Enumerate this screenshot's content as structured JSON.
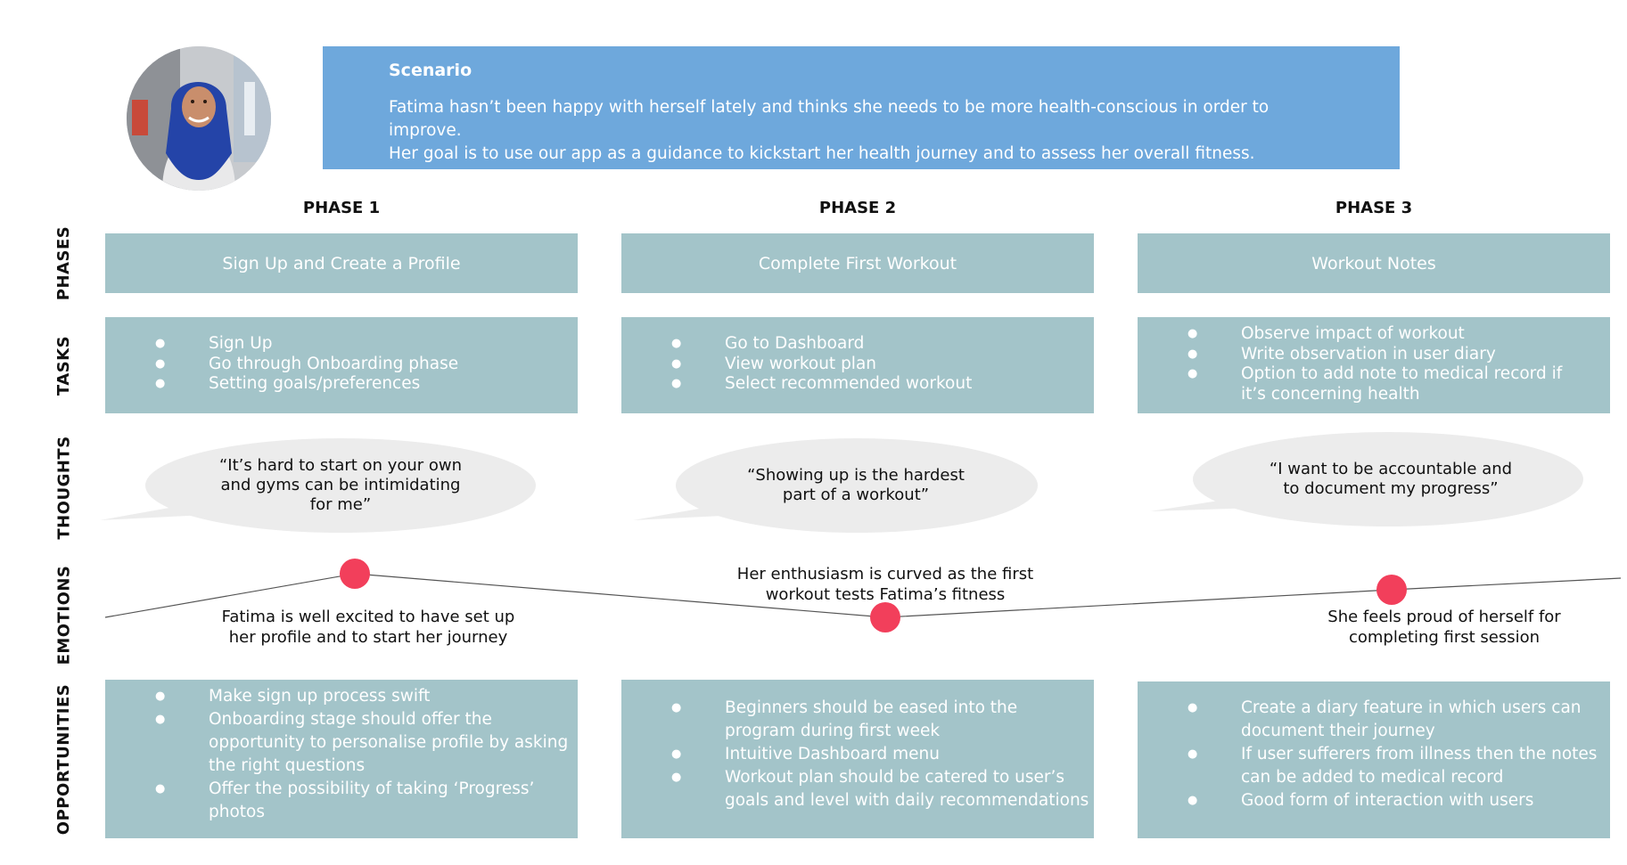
{
  "scenario": {
    "title": "Scenario",
    "lines": [
      "Fatima hasn’t been happy with herself lately and thinks she needs to be more health-conscious in order to improve.",
      "Her goal is to use our app as a guidance to kickstart her health journey and to assess her overall fitness."
    ]
  },
  "avatar": {
    "icon": "persona-photo",
    "hijab_color": "#2444a8",
    "background_color": "#c9ccd1"
  },
  "row_labels": [
    "PHASES",
    "TASKS",
    "THOUGHTS",
    "EMOTIONS",
    "OPPORTUNITIES"
  ],
  "phases": [
    {
      "heading": "PHASE 1",
      "name": "Sign Up and Create a Profile",
      "tasks": [
        "Sign Up",
        "Go through Onboarding phase",
        "Setting goals/preferences"
      ],
      "thought_lines": [
        "“It’s hard to start on your own",
        "and gyms can be intimidating",
        "for me”"
      ],
      "emotion_lines": [
        "Fatima is well excited to have set up",
        "her profile and to start her journey"
      ],
      "opportunities": [
        [
          "Make sign up process swift"
        ],
        [
          "Onboarding stage should offer the",
          "opportunity to personalise profile by asking",
          "the right questions"
        ],
        [
          "Offer the possibility of taking ‘Progress’",
          "photos"
        ]
      ]
    },
    {
      "heading": "PHASE 2",
      "name": "Complete First Workout",
      "tasks": [
        "Go to Dashboard",
        "View workout plan",
        "Select recommended workout"
      ],
      "thought_lines": [
        "“Showing up is the hardest",
        "part of a workout”"
      ],
      "emotion_lines": [
        "Her enthusiasm is curved as the first",
        "workout tests Fatima’s fitness"
      ],
      "opportunities": [
        [
          "Beginners should be eased into the",
          "program during first week"
        ],
        [
          "Intuitive Dashboard menu"
        ],
        [
          "Workout plan should be catered to user’s",
          "goals and level with daily recommendations"
        ]
      ]
    },
    {
      "heading": "PHASE 3",
      "name": "Workout Notes",
      "tasks": [
        "Observe impact of workout",
        "Write observation in user diary",
        "Option to add note to medical record if it’s concerning health"
      ],
      "thought_lines": [
        "“I want to be accountable and",
        "to document my progress”"
      ],
      "emotion_lines": [
        "She feels proud of herself for",
        "completing first session"
      ],
      "opportunities": [
        [
          "Create a diary feature in which users can",
          "document their journey"
        ],
        [
          "If user sufferers from illness then the notes",
          "can be added to medical record"
        ],
        [
          "Good form of interaction with users"
        ]
      ]
    }
  ],
  "colors": {
    "scenario_bg": "#6ea8dc",
    "box_bg": "#a3c4c9",
    "bubble_bg": "#ececec",
    "emotion_dot": "#f23f5b",
    "emotion_line": "#555555"
  }
}
